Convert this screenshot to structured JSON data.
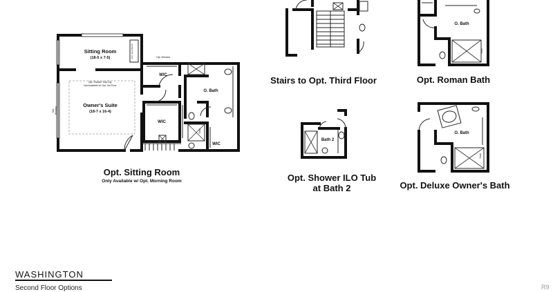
{
  "sitting_room_plan": {
    "sitting_room_label": "Sitting Room",
    "sitting_room_dim": "(18-5 x 7-5)",
    "suite_label": "Owner's Suite",
    "suite_dim": "(18-7 x 16-4)",
    "tray_ceiling_note": [
      "Opt. Shower Tray Clg.",
      "Not Available w/ Opt. 3rd Floor"
    ],
    "wic_upper": "WIC",
    "wic_lower": "WIC",
    "wic_right": "WIC",
    "bath_label": "O. Bath",
    "side_note": [
      "Opt.",
      "Window"
    ],
    "bench": "Opt. Seat Bench",
    "window_note": "Opt. Window",
    "seat": "Seat",
    "caption": "Opt. Sitting Room",
    "subcaption": "Only Available w/ Opt. Morning Room"
  },
  "stairs_plan": {
    "caption": "Stairs to Opt. Third Floor"
  },
  "shower_plan": {
    "bath_label": "Bath 2",
    "caption": [
      "Opt. Shower ILO Tub",
      "at Bath 2"
    ]
  },
  "roman_plan": {
    "bath_label": "O. Bath",
    "seat": "Seat",
    "caption": "Opt. Roman Bath"
  },
  "deluxe_plan": {
    "bath_label": "O. Bath",
    "seat": "Seat",
    "caption": "Opt. Deluxe Owner's Bath"
  },
  "footer": {
    "brand": "WASHINGTON",
    "subtitle": "Second Floor Options",
    "code": "R9"
  }
}
